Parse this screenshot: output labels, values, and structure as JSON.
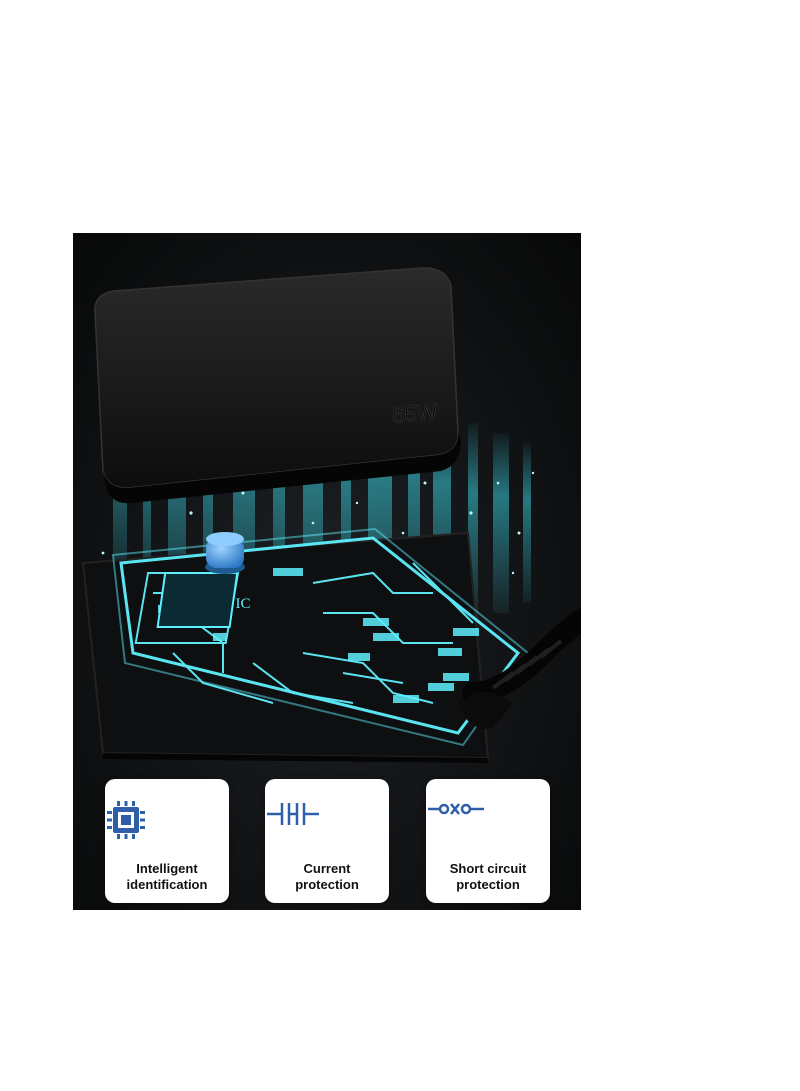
{
  "product": {
    "wattage_label": "65W",
    "chip_label": "IC"
  },
  "features": [
    {
      "label_line1": "Intelligent",
      "label_line2": "identification",
      "icon": "chip-icon"
    },
    {
      "label_line1": "Current",
      "label_line2": "protection",
      "icon": "capacitor-icon"
    },
    {
      "label_line1": "Short circuit",
      "label_line2": "protection",
      "icon": "open-switch-icon"
    }
  ],
  "colors": {
    "icon_blue": "#2f5fa8",
    "glow_cyan": "#3fe0f0",
    "adapter_black": "#141414"
  }
}
